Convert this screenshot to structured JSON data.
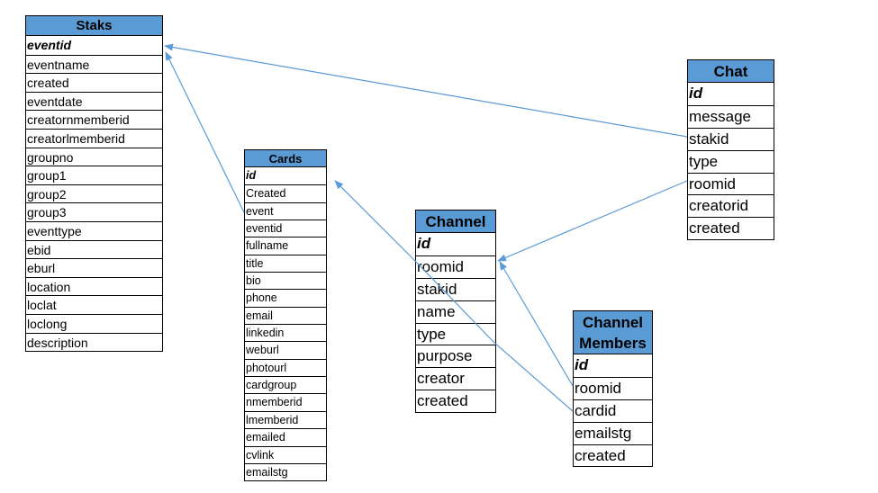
{
  "tables": {
    "staks": {
      "title": "Staks",
      "fields": [
        "eventid",
        "eventname",
        "created",
        "eventdate",
        "creatornmemberid",
        "creatorlmemberid",
        "groupno",
        "group1",
        "group2",
        "group3",
        "eventtype",
        "ebid",
        "eburl",
        "location",
        "loclat",
        "loclong",
        "description"
      ]
    },
    "cards": {
      "title": "Cards",
      "fields": [
        "id",
        "Created",
        "event",
        "eventid",
        "fullname",
        "title",
        "bio",
        "phone",
        "email",
        "linkedin",
        "weburl",
        "photourl",
        "cardgroup",
        "nmemberid",
        "lmemberid",
        "emailed",
        "cvlink",
        "emailstg"
      ]
    },
    "channel": {
      "title": "Channel",
      "fields": [
        "id",
        "roomid",
        "stakid",
        "name",
        "type",
        "purpose",
        "creator",
        "created"
      ]
    },
    "chat": {
      "title": "Chat",
      "fields": [
        "id",
        "message",
        "stakid",
        "type",
        "roomid",
        "creatorid",
        "created"
      ]
    },
    "members": {
      "title": "Channel Members",
      "fields": [
        "id",
        "roomid",
        "cardid",
        "emailstg",
        "created"
      ]
    }
  },
  "colors": {
    "header": "#5b9bd5",
    "arrow": "#5b9bd5"
  }
}
